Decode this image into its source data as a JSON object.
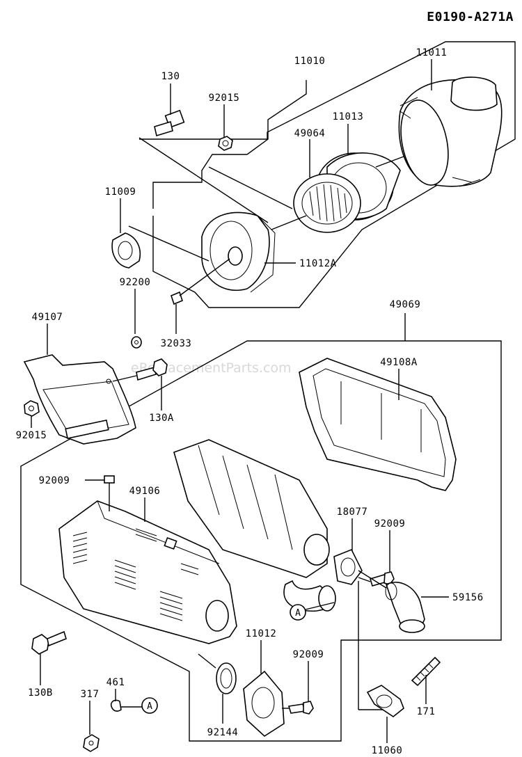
{
  "diagram_code": "E0190-A271A",
  "watermark": "eReplacementParts.com",
  "callout_letter": "A",
  "labels": {
    "p11010": "11010",
    "p11011": "11011",
    "p130": "130",
    "p92015_top": "92015",
    "p11013": "11013",
    "p49064": "49064",
    "p11009": "11009",
    "p11012A": "11012A",
    "p92200": "92200",
    "p32033": "32033",
    "p49107": "49107",
    "p49069": "49069",
    "p49108A": "49108A",
    "p130A": "130A",
    "p92015_left": "92015",
    "p92009_left": "92009",
    "p49106": "49106",
    "p18077": "18077",
    "p92009_mid": "92009",
    "p59156": "59156",
    "p11012": "11012",
    "p92009_bot": "92009",
    "p130B": "130B",
    "p461": "461",
    "p317": "317",
    "p92144": "92144",
    "p11060": "11060",
    "p171": "171"
  }
}
